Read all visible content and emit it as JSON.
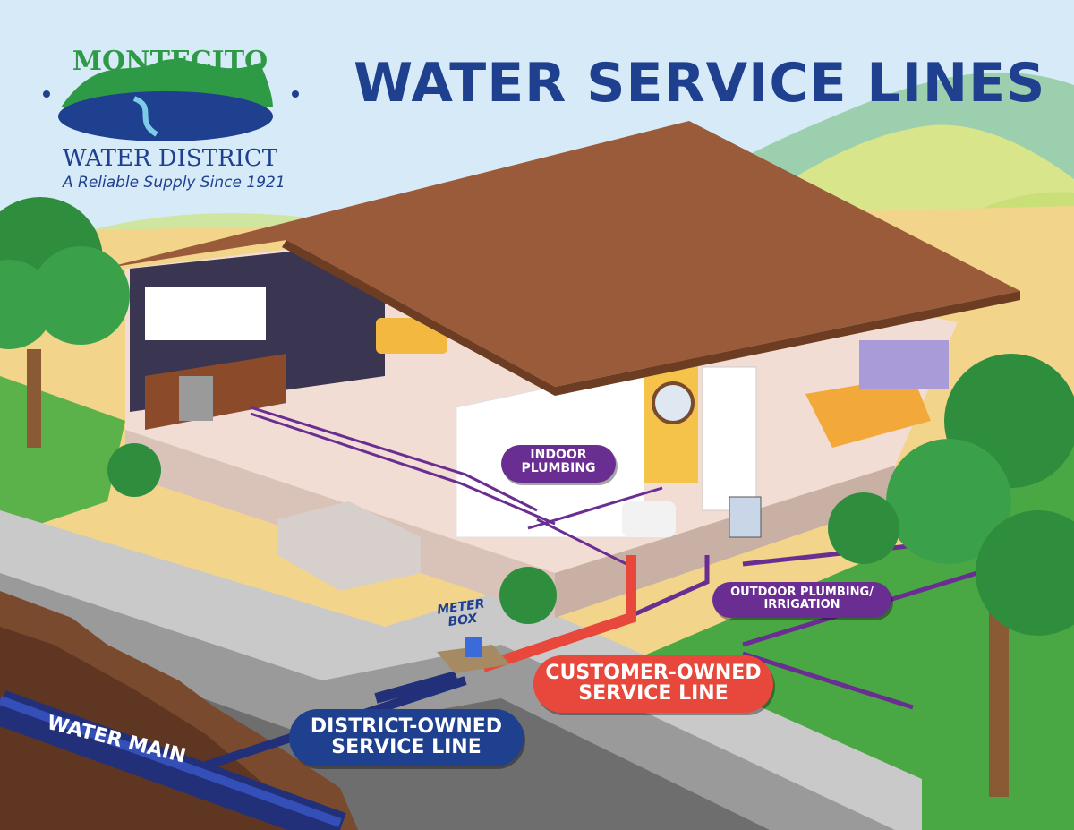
{
  "header": {
    "title": "WATER SERVICE LINES"
  },
  "logo": {
    "name_top": "MONTECITO",
    "name_bottom": "WATER DISTRICT",
    "tagline": "A Reliable Supply Since 1921"
  },
  "labels": {
    "indoor_plumbing": [
      "INDOOR",
      "PLUMBING"
    ],
    "outdoor_plumbing": [
      "OUTDOOR PLUMBING/",
      "IRRIGATION"
    ],
    "customer_owned": [
      "CUSTOMER-OWNED",
      "SERVICE LINE"
    ],
    "district_owned": [
      "DISTRICT-OWNED",
      "SERVICE LINE"
    ],
    "meter_box": [
      "METER",
      "BOX"
    ],
    "water_main": "WATER MAIN"
  },
  "colors": {
    "district_blue": "#1f3f8f",
    "customer_red": "#e8483b",
    "plumbing_purple": "#6a2d91",
    "roof_brown": "#9a5b3a",
    "logo_green": "#2e9a46"
  }
}
